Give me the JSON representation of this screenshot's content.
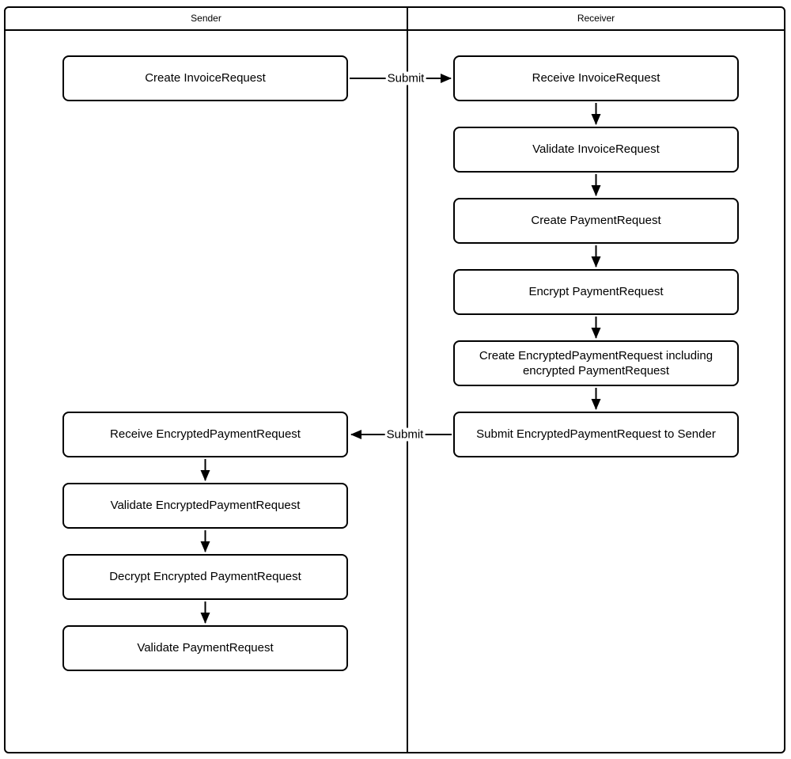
{
  "diagram": {
    "type": "swimlane-flowchart",
    "colors": {
      "line": "#000000",
      "node_fill": "#ffffff",
      "background": "#ffffff"
    },
    "lanes": {
      "sender": {
        "title": "Sender",
        "nodes": [
          {
            "label": "Create InvoiceRequest"
          },
          {
            "label": "Receive EncryptedPaymentRequest"
          },
          {
            "label": "Validate EncryptedPaymentRequest"
          },
          {
            "label": "Decrypt Encrypted PaymentRequest"
          },
          {
            "label": "Validate PaymentRequest"
          }
        ]
      },
      "receiver": {
        "title": "Receiver",
        "nodes": [
          {
            "label": "Receive InvoiceRequest"
          },
          {
            "label": "Validate InvoiceRequest"
          },
          {
            "label": "Create PaymentRequest"
          },
          {
            "label": "Encrypt PaymentRequest"
          },
          {
            "label": "Create EncryptedPaymentRequest including encrypted PaymentRequest"
          },
          {
            "label": "Submit EncryptedPaymentRequest to Sender"
          }
        ]
      }
    },
    "edges": [
      {
        "from": "Create InvoiceRequest",
        "to": "Receive InvoiceRequest",
        "label": "Submit"
      },
      {
        "from": "Receive InvoiceRequest",
        "to": "Validate InvoiceRequest",
        "label": ""
      },
      {
        "from": "Validate InvoiceRequest",
        "to": "Create PaymentRequest",
        "label": ""
      },
      {
        "from": "Create PaymentRequest",
        "to": "Encrypt PaymentRequest",
        "label": ""
      },
      {
        "from": "Encrypt PaymentRequest",
        "to": "Create EncryptedPaymentRequest including encrypted PaymentRequest",
        "label": ""
      },
      {
        "from": "Create EncryptedPaymentRequest including encrypted PaymentRequest",
        "to": "Submit EncryptedPaymentRequest to Sender",
        "label": ""
      },
      {
        "from": "Submit EncryptedPaymentRequest to Sender",
        "to": "Receive EncryptedPaymentRequest",
        "label": "Submit"
      },
      {
        "from": "Receive EncryptedPaymentRequest",
        "to": "Validate EncryptedPaymentRequest",
        "label": ""
      },
      {
        "from": "Validate EncryptedPaymentRequest",
        "to": "Decrypt Encrypted PaymentRequest",
        "label": ""
      },
      {
        "from": "Decrypt Encrypted PaymentRequest",
        "to": "Validate PaymentRequest",
        "label": ""
      }
    ]
  }
}
